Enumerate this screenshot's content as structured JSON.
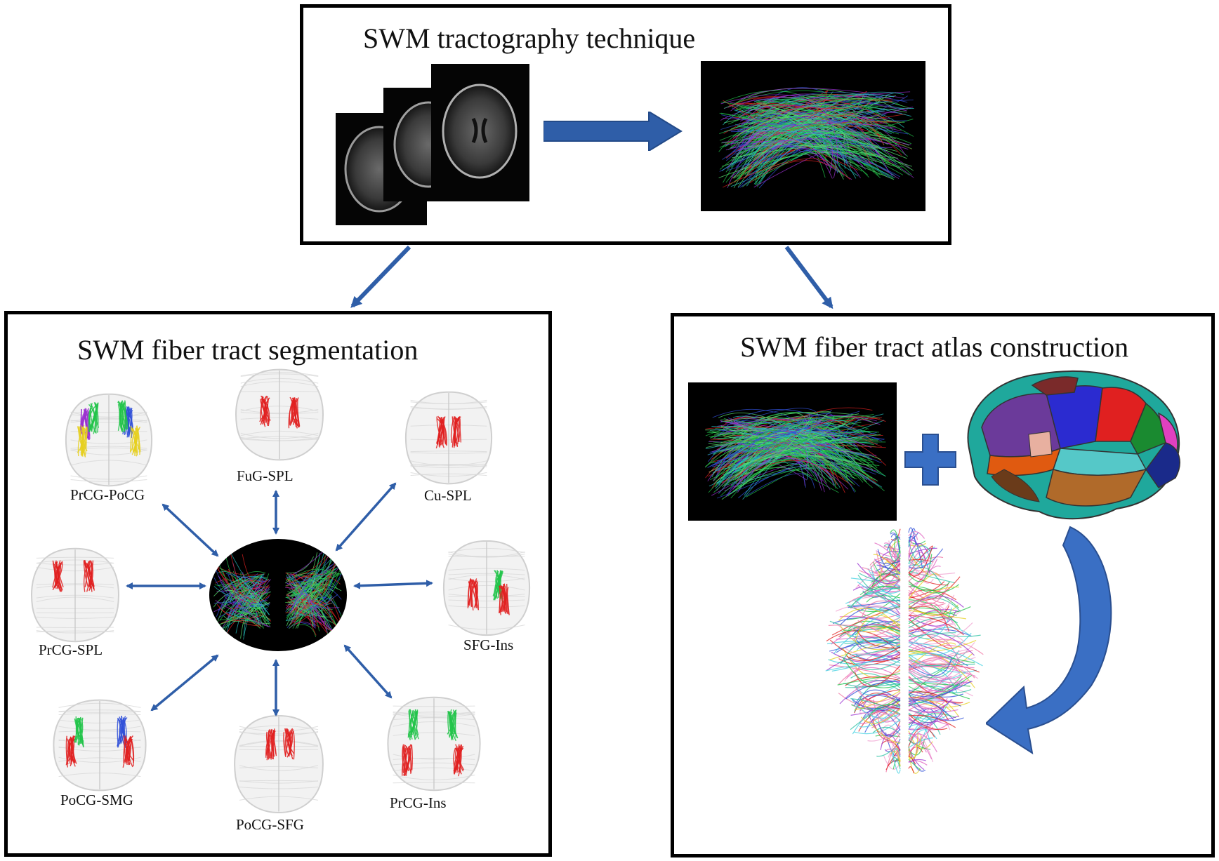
{
  "colors": {
    "arrow_blue": "#2f5ea8",
    "fiber_red": "#e02020",
    "fiber_green": "#22c44a",
    "fiber_blue": "#3050d8",
    "fiber_purple": "#9a30d0",
    "fiber_yellow": "#e6d020"
  },
  "top_panel": {
    "title": "SWM tractography technique"
  },
  "left_panel": {
    "title": "SWM fiber tract segmentation",
    "tracts": {
      "prcg_pocg": "PrCG-PoCG",
      "fug_spl": "FuG-SPL",
      "cu_spl": "Cu-SPL",
      "prcg_spl": "PrCG-SPL",
      "sfg_ins": "SFG-Ins",
      "pocg_smg": "PoCG-SMG",
      "pocg_sfg": "PoCG-SFG",
      "prcg_ins": "PrCG-Ins"
    }
  },
  "right_panel": {
    "title": "SWM fiber tract atlas construction"
  }
}
